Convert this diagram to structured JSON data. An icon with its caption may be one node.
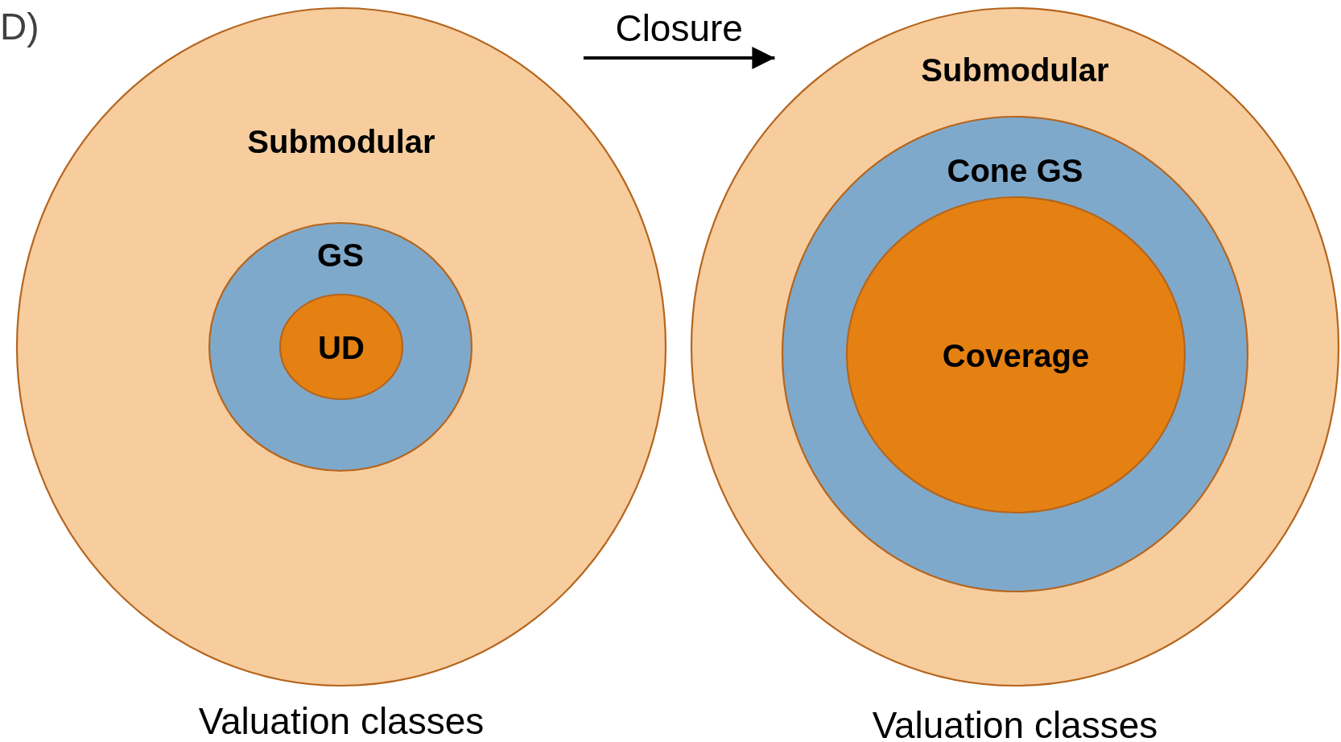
{
  "diagram": {
    "nodes": [
      {
        "text": [
          "Submodular"
        ]
      },
      {
        "text": [
          "GS"
        ],
        "in": 0
      },
      {
        "text": [
          "UD"
        ],
        "in": 1
      },
      {
        "text": [
          "Submodular"
        ]
      },
      {
        "text": [
          "Cone GS"
        ],
        "in": 3
      },
      {
        "text": [
          "Coverage"
        ],
        "in": 4
      }
    ],
    "edges": [
      {
        "from": 0,
        "to": 3,
        "arrow": "to",
        "label": "Closure"
      }
    ],
    "labels": [
      "D)",
      "Valuation classes",
      "Valuation classes"
    ]
  }
}
